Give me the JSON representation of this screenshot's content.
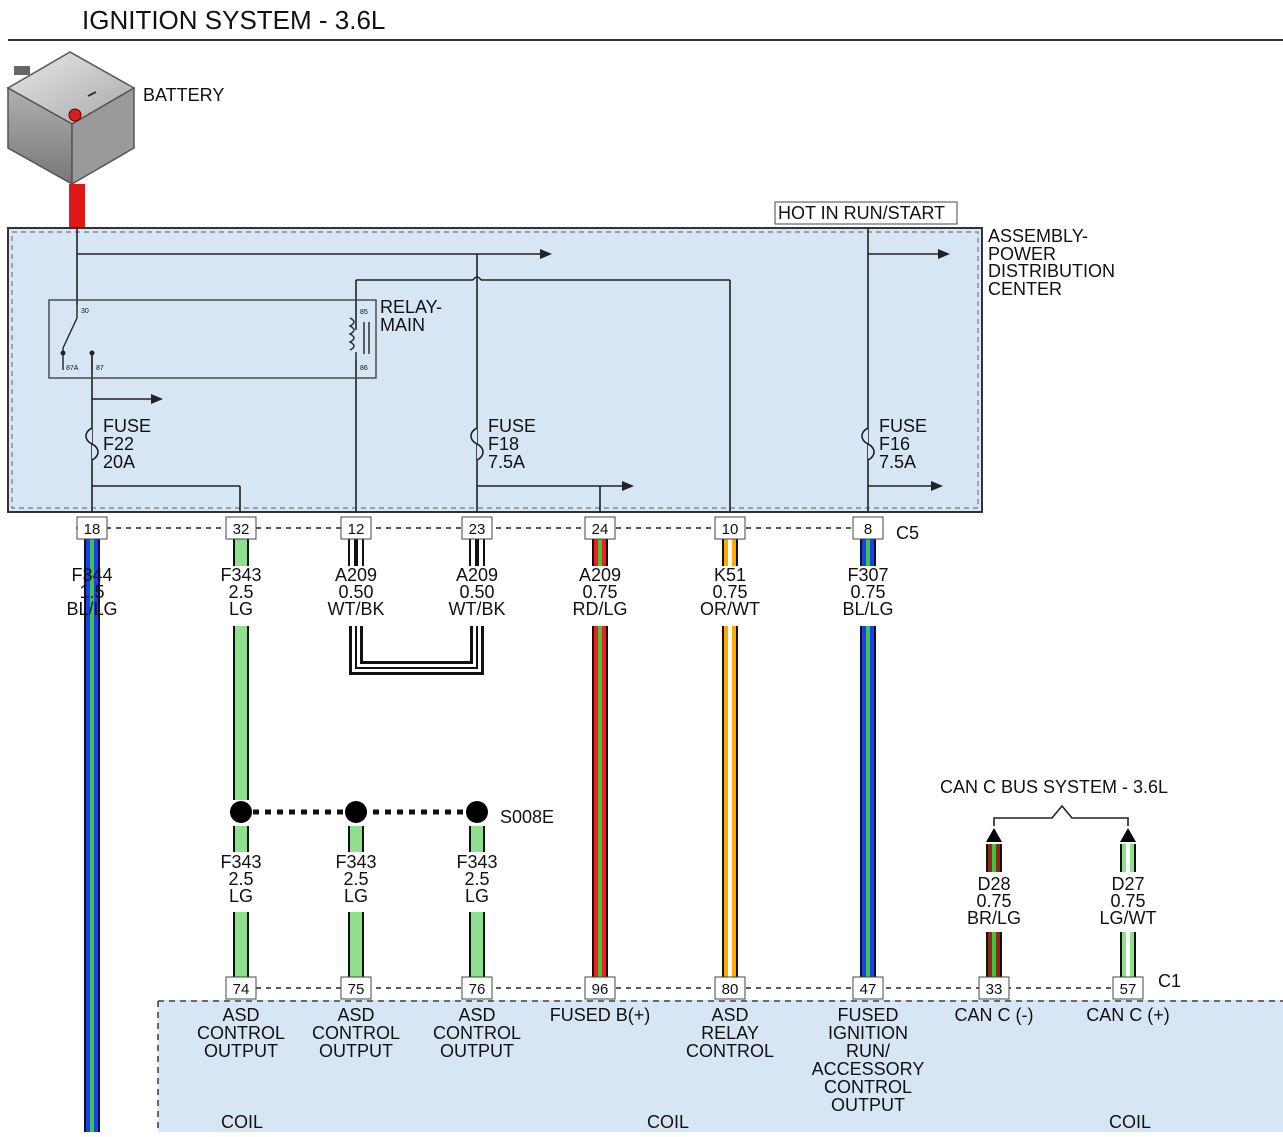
{
  "page": {
    "title": "IGNITION SYSTEM - 3.6L"
  },
  "battery": {
    "label": "BATTERY"
  },
  "pdc": {
    "label_lines": [
      "ASSEMBLY-",
      "POWER",
      "DISTRIBUTION",
      "CENTER"
    ],
    "hot_label": "HOT IN RUN/START",
    "relay": {
      "label_lines": [
        "RELAY-",
        "MAIN"
      ],
      "pins": [
        "30",
        "87A",
        "87",
        "85",
        "86"
      ]
    },
    "fuses": [
      {
        "lines": [
          "FUSE",
          "F22",
          "20A"
        ]
      },
      {
        "lines": [
          "FUSE",
          "F18",
          "7.5A"
        ]
      },
      {
        "lines": [
          "FUSE",
          "F16",
          "7.5A"
        ]
      }
    ]
  },
  "connector_c5": {
    "name": "C5",
    "pins": [
      {
        "pin": "18",
        "wire": [
          "F344",
          "1.5",
          "BL/LG"
        ],
        "colors": [
          "#1a3cff",
          "#3cc83c"
        ]
      },
      {
        "pin": "32",
        "wire": [
          "F343",
          "2.5",
          "LG"
        ],
        "colors": [
          "#8ee08e"
        ]
      },
      {
        "pin": "12",
        "wire": [
          "A209",
          "0.50",
          "WT/BK"
        ],
        "colors": [
          "#ffffff",
          "#111111"
        ]
      },
      {
        "pin": "23",
        "wire": [
          "A209",
          "0.50",
          "WT/BK"
        ],
        "colors": [
          "#ffffff",
          "#111111"
        ]
      },
      {
        "pin": "24",
        "wire": [
          "A209",
          "0.75",
          "RD/LG"
        ],
        "colors": [
          "#ff1a1a",
          "#3cc83c"
        ]
      },
      {
        "pin": "10",
        "wire": [
          "K51",
          "0.75",
          "OR/WT"
        ],
        "colors": [
          "#ffaa00",
          "#ffffff"
        ]
      },
      {
        "pin": "8",
        "wire": [
          "F307",
          "0.75",
          "BL/LG"
        ],
        "colors": [
          "#1a3cff",
          "#3cc83c"
        ]
      }
    ]
  },
  "splice": {
    "name": "S008E",
    "wires": [
      [
        "F343",
        "2.5",
        "LG"
      ],
      [
        "F343",
        "2.5",
        "LG"
      ],
      [
        "F343",
        "2.5",
        "LG"
      ]
    ]
  },
  "can_bus": {
    "label": "CAN C BUS SYSTEM - 3.6L",
    "wires": [
      {
        "wire": [
          "D28",
          "0.75",
          "BR/LG"
        ],
        "colors": [
          "#8b2a1a",
          "#3cc83c"
        ]
      },
      {
        "wire": [
          "D27",
          "0.75",
          "LG/WT"
        ],
        "colors": [
          "#8ee08e",
          "#ffffff"
        ]
      }
    ]
  },
  "connector_c1": {
    "name": "C1",
    "pins": [
      {
        "pin": "74",
        "lines": [
          "ASD",
          "CONTROL",
          "OUTPUT"
        ]
      },
      {
        "pin": "75",
        "lines": [
          "ASD",
          "CONTROL",
          "OUTPUT"
        ]
      },
      {
        "pin": "76",
        "lines": [
          "ASD",
          "CONTROL",
          "OUTPUT"
        ]
      },
      {
        "pin": "96",
        "lines": [
          "FUSED B(+)"
        ]
      },
      {
        "pin": "80",
        "lines": [
          "ASD",
          "RELAY",
          "CONTROL"
        ]
      },
      {
        "pin": "47",
        "lines": [
          "FUSED",
          "IGNITION",
          "RUN/",
          "ACCESSORY",
          "CONTROL",
          "OUTPUT"
        ]
      },
      {
        "pin": "33",
        "lines": [
          "CAN C (-)"
        ]
      },
      {
        "pin": "57",
        "lines": [
          "CAN C (+)"
        ]
      }
    ]
  },
  "pcm": {
    "coil_labels": [
      "COIL",
      "COIL",
      "COIL"
    ]
  }
}
